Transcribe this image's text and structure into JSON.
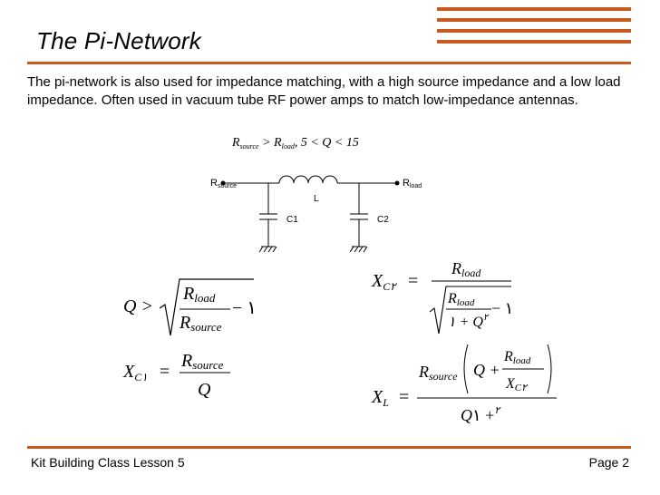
{
  "colors": {
    "accent": "#c85a1e",
    "text": "#000000",
    "background": "#ffffff"
  },
  "title": "The Pi-Network",
  "intro": "The pi-network is also used for impedance matching, with a high source impedance and a low load impedance. Often used in vacuum tube RF power amps to match low-impedance antennas.",
  "condition": {
    "r_source": "R",
    "source_sub": "source",
    "gt": " > R",
    "load_sub": "load",
    "rest": ", 5 < Q < 15"
  },
  "circuit": {
    "rsource_label": "R",
    "rsource_sub": "source",
    "rload_label": "R",
    "rload_sub": "load",
    "inductor_label": "L",
    "c1_label": "C1",
    "c2_label": "C2"
  },
  "equations": {
    "q": {
      "lhs": "Q >",
      "num": "R",
      "num_sub": "load",
      "den": "R",
      "den_sub": "source",
      "minus_one": "− ١"
    },
    "xc1": {
      "lhs": "X",
      "lhs_sub": "C١",
      "eq": "=",
      "num": "R",
      "num_sub": "source",
      "den": "Q"
    },
    "xc2": {
      "lhs": "X",
      "lhs_sub": "C٢",
      "eq": "=",
      "num": "R",
      "num_sub": "load",
      "inner_num": "R",
      "inner_num_sub": "load",
      "minus_one": "− ١",
      "inner_den": "١ + Q",
      "inner_den_sup": "٢"
    },
    "xl": {
      "lhs": "X",
      "lhs_sub": "L",
      "eq": "=",
      "r": "R",
      "r_sub": "source",
      "q_plus": "Q +",
      "frac_num": "R",
      "frac_num_sub": "load",
      "frac_den": "X",
      "frac_den_sub": "C٢",
      "den": "Q",
      "den_sup": "٢",
      "den_plus": "+ ١"
    }
  },
  "footer": {
    "left": "Kit Building Class Lesson 5",
    "right": "Page 2"
  }
}
